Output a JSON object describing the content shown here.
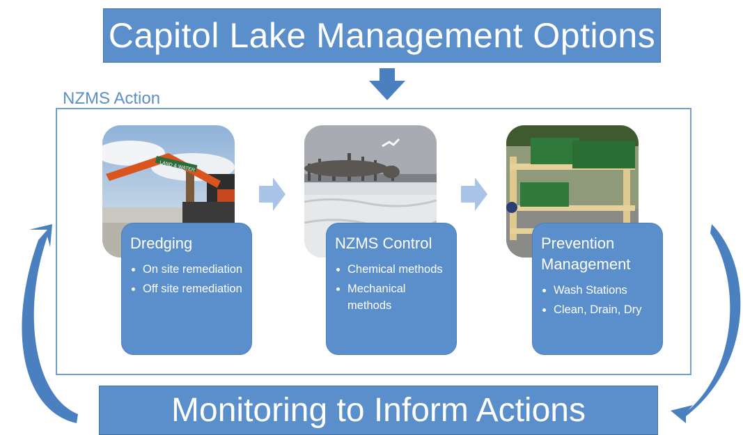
{
  "title": "Capitol Lake Management Options",
  "section_label": "NZMS Action",
  "steps": [
    {
      "title": "Dredging",
      "bullets": [
        "On site remediation",
        "Off site remediation"
      ],
      "photo_text": "LAND & WATER"
    },
    {
      "title": "NZMS Control",
      "bullets": [
        "Chemical methods",
        "Mechanical methods"
      ]
    },
    {
      "title": "Prevention Management",
      "bullets": [
        "Wash Stations",
        "Clean, Drain, Dry"
      ]
    }
  ],
  "bottom": "Monitoring to Inform Actions",
  "colors": {
    "box_fill": "#5b8fcb",
    "box_border": "#41719c",
    "frame": "#6f9fd6",
    "arrow": "#4a80c0",
    "chevron": "#a9c4e6"
  }
}
